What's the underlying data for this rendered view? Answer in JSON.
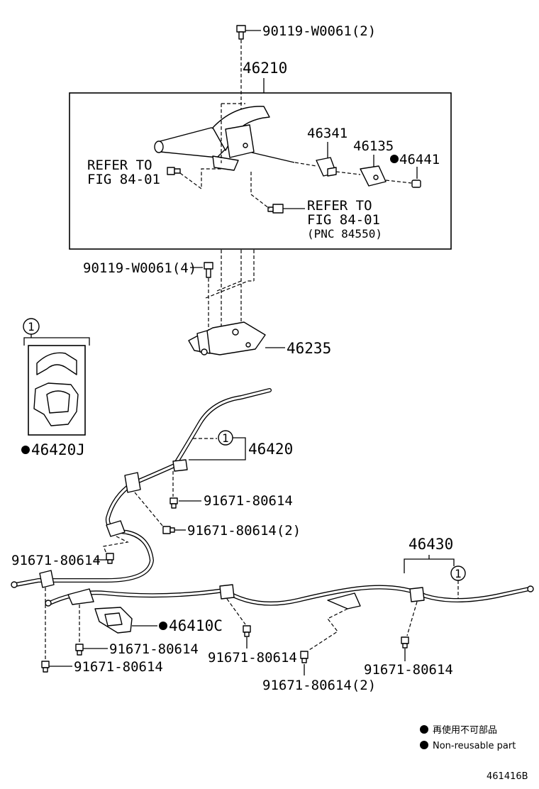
{
  "labels": {
    "bolt_top": "90119-W0061(2)",
    "lever_assy": "46210",
    "refer_left_line1": "REFER TO",
    "refer_left_line2": "FIG 84-01",
    "p46341": "46341",
    "p46135": "46135",
    "p46441": "46441",
    "refer_right_line1": "REFER TO",
    "refer_right_line2": "FIG 84-01",
    "refer_right_pnc": "(PNC 84550)",
    "bolt_mid": "90119-W0061(4)",
    "bracket": "46235",
    "detail_ref": "1",
    "clamp_kit": "46420J",
    "cable_front": "46420",
    "cable_front_ref": "1",
    "bolt_a": "91671-80614",
    "bolt_b": "91671-80614(2)",
    "bolt_c": "91671-80614",
    "cable_rear": "46430",
    "cable_rear_ref": "1",
    "holder": "46410C",
    "bolt_d": "91671-80614",
    "bolt_e": "91671-80614",
    "bolt_f": "91671-80614",
    "bolt_g": "91671-80614(2)",
    "bolt_h": "91671-80614"
  },
  "legend": {
    "line1": "再使用不可部品",
    "line2": "Non-reusable part"
  },
  "figure_code": "461416B"
}
